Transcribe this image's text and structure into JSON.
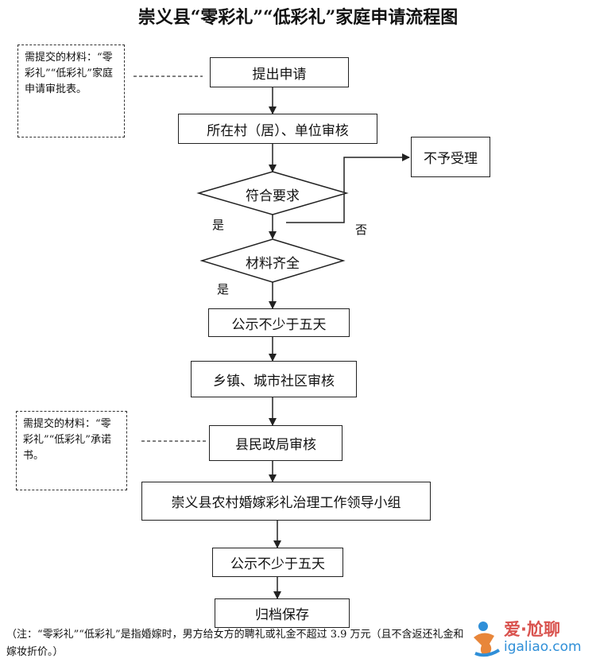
{
  "title": "崇义县“零彩礼”“低彩礼”家庭申请流程图",
  "notes": {
    "note1": "需提交的材料：“零彩礼”“低彩礼”家庭申请审批表。",
    "note2": "需提交的材料：“零彩礼”“低彩礼”承诺书。"
  },
  "steps": {
    "apply": "提出申请",
    "village_review": "所在村（居）、单位审核",
    "requirements": "符合要求",
    "reject": "不予受理",
    "materials": "材料齐全",
    "publicity1": "公示不少于五天",
    "town_review": "乡镇、城市社区审核",
    "civil_review": "县民政局审核",
    "leading_group": "崇义县农村婚嫁彩礼治理工作领导小组",
    "publicity2": "公示不少于五天",
    "archive": "归档保存"
  },
  "labels": {
    "yes1": "是",
    "no": "否",
    "yes2": "是"
  },
  "footnote": "（注：“零彩礼”“低彩礼”是指婚嫁时，男方给女方的聘礼或礼金不超过 3.9 万元（且不含返还礼金和嫁妆折价。）",
  "watermark": {
    "text": "爱·尬聊",
    "url": "igaliao.com"
  }
}
